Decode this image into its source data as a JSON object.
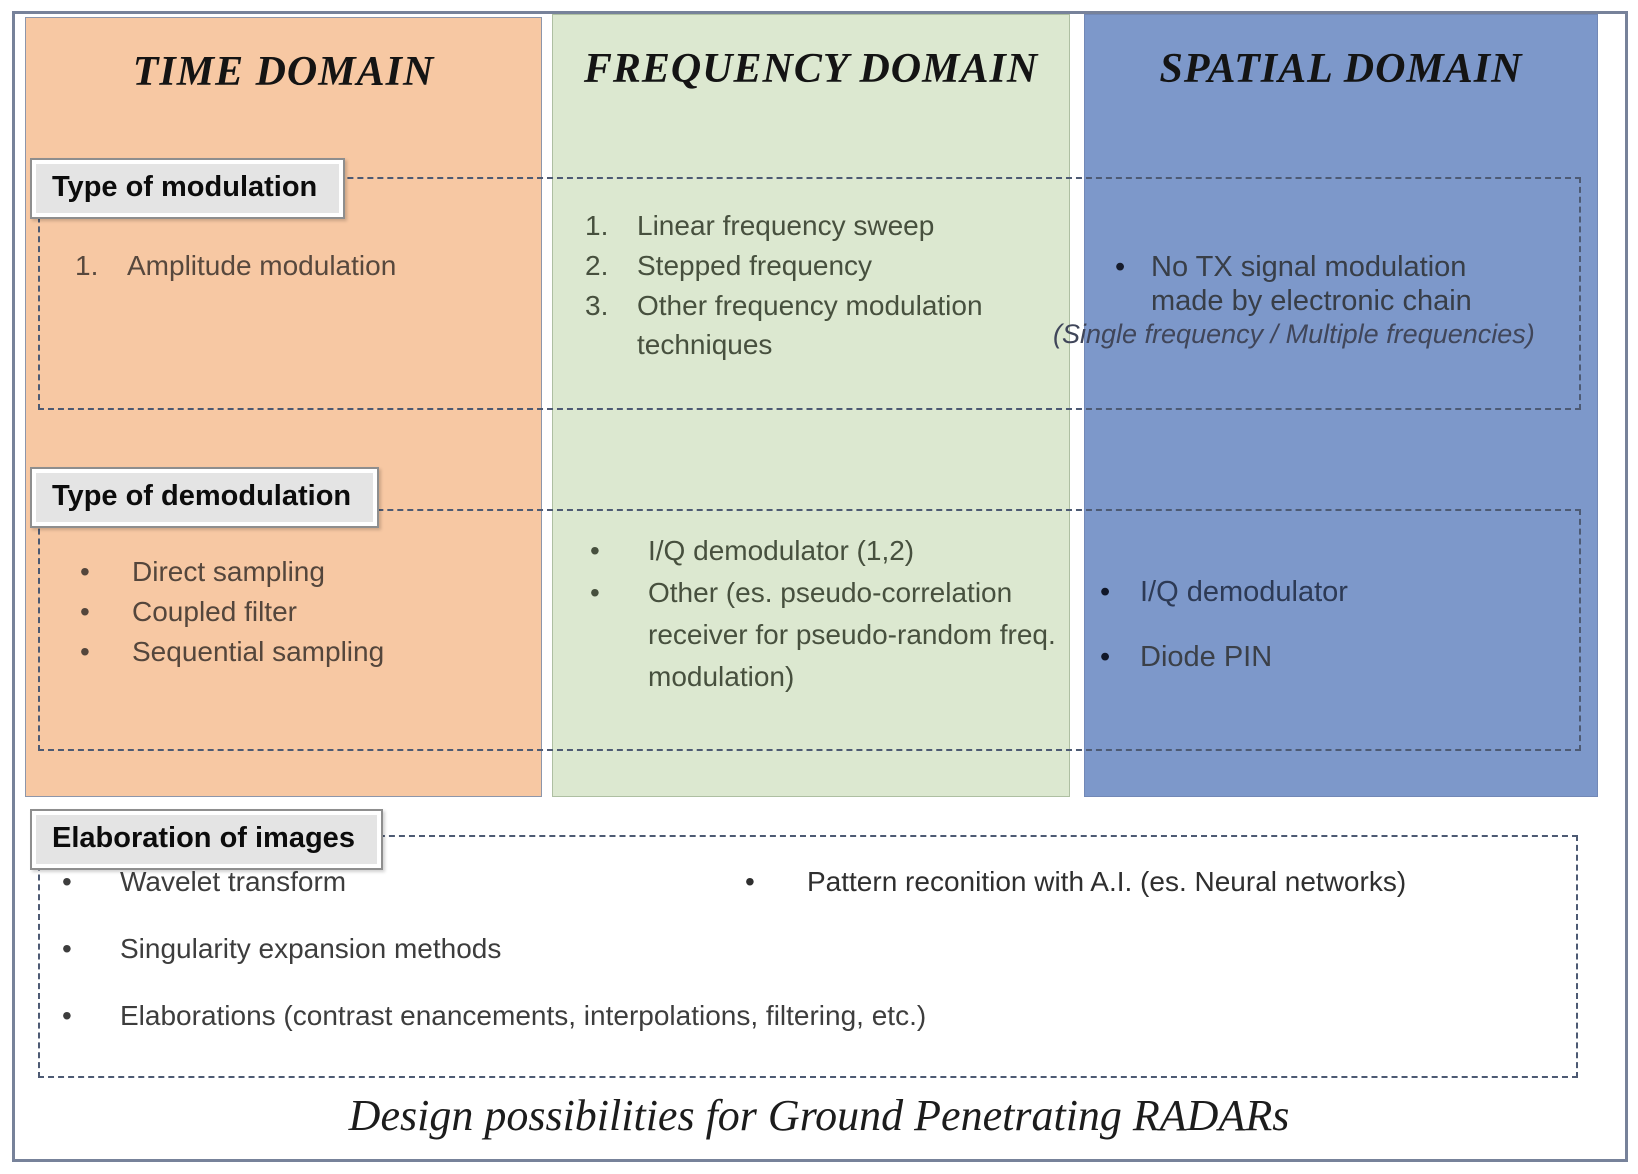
{
  "diagram": {
    "columns": [
      {
        "header": "TIME DOMAIN",
        "modulation_items": [
          "Amplitude modulation"
        ],
        "demodulation_items": [
          "Direct sampling",
          "Coupled filter",
          "Sequential sampling"
        ]
      },
      {
        "header": "FREQUENCY DOMAIN",
        "modulation_items": [
          "Linear frequency sweep",
          "Stepped frequency",
          "Other frequency modulation techniques"
        ],
        "demodulation_items": [
          "I/Q demodulator (1,2)",
          "Other (es. pseudo-correlation receiver for pseudo-random freq. modulation)"
        ]
      },
      {
        "header": "SPATIAL DOMAIN",
        "modulation_items": [
          "No TX signal modulation made by electronic chain"
        ],
        "modulation_note": "(Single frequency / Multiple frequencies)",
        "demodulation_items": [
          "I/Q demodulator",
          "Diode PIN"
        ]
      }
    ],
    "section_labels": {
      "modulation": "Type of modulation",
      "demodulation": "Type of demodulation",
      "elaboration": "Elaboration of images"
    },
    "elaboration": {
      "left_items": [
        "Wavelet transform",
        "Singularity expansion methods",
        "Elaborations (contrast enancements, interpolations, filtering, etc.)"
      ],
      "right_items": [
        "Pattern reconition with A.I. (es. Neural networks)"
      ]
    },
    "caption": "Design possibilities for Ground Penetrating RADARs",
    "colors": {
      "time_bg": "#f7c8a3",
      "frequency_bg": "#dce8d0",
      "spatial_bg": "#7d98ca",
      "dashed_line": "#4d5a73",
      "label_bg": "#e4e4e4"
    }
  }
}
